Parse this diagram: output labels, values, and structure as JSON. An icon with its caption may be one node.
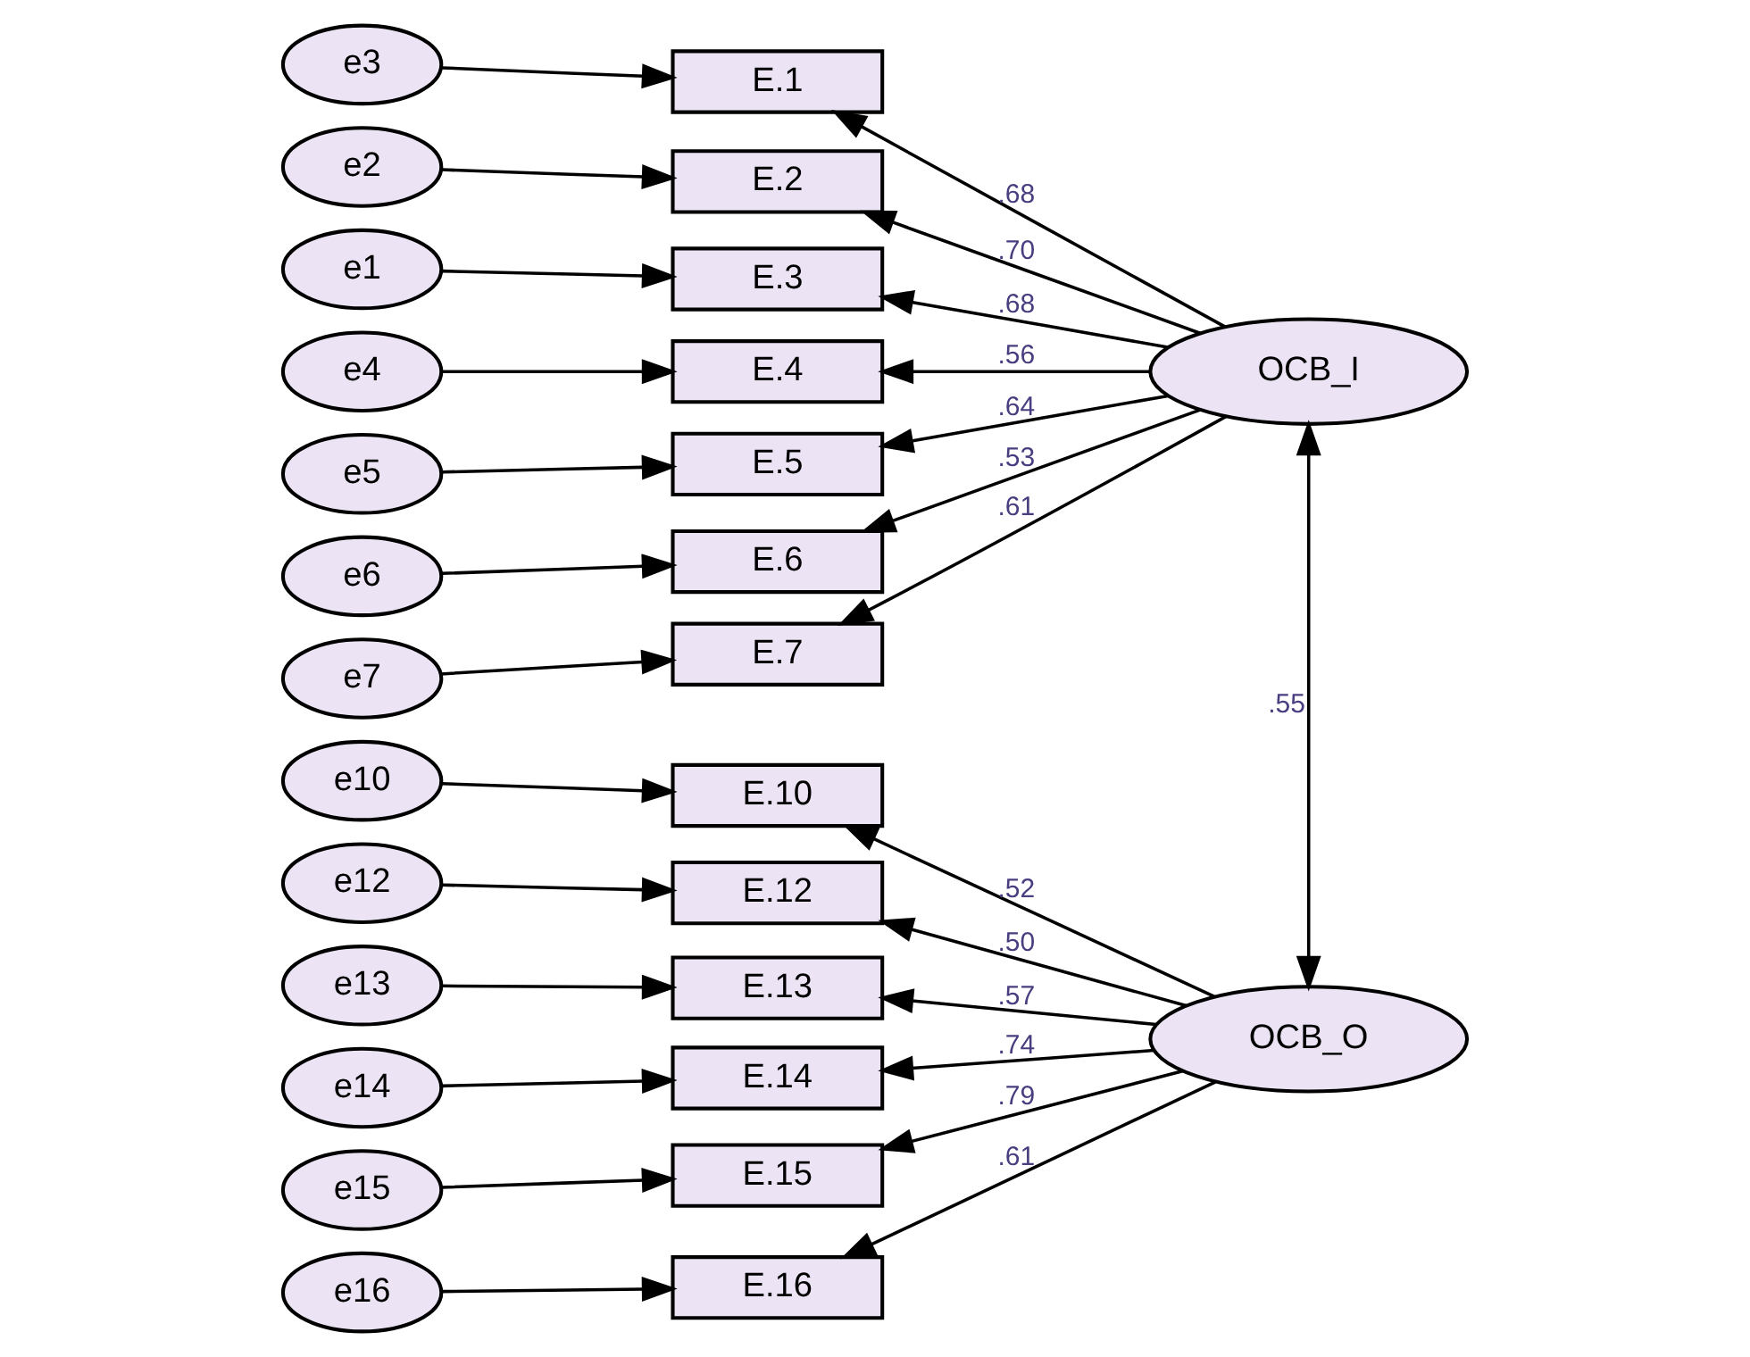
{
  "diagram": {
    "nodes": [
      {
        "text": [
          "e3"
        ]
      },
      {
        "text": [
          "E.1"
        ]
      },
      {
        "text": [
          "e2"
        ]
      },
      {
        "text": [
          "E.2"
        ]
      },
      {
        "text": [
          "e1"
        ]
      },
      {
        "text": [
          "E.3"
        ]
      },
      {
        "text": [
          "e4"
        ]
      },
      {
        "text": [
          "E.4"
        ]
      },
      {
        "text": [
          "e5"
        ]
      },
      {
        "text": [
          "E.5"
        ]
      },
      {
        "text": [
          "e6"
        ]
      },
      {
        "text": [
          "E.6"
        ]
      },
      {
        "text": [
          "e7"
        ]
      },
      {
        "text": [
          "E.7"
        ]
      },
      {
        "text": [
          "e10"
        ]
      },
      {
        "text": [
          "E.10"
        ]
      },
      {
        "text": [
          "e12"
        ]
      },
      {
        "text": [
          "E.12"
        ]
      },
      {
        "text": [
          "e13"
        ]
      },
      {
        "text": [
          "E.13"
        ]
      },
      {
        "text": [
          "e14"
        ]
      },
      {
        "text": [
          "E.14"
        ]
      },
      {
        "text": [
          "e15"
        ]
      },
      {
        "text": [
          "E.15"
        ]
      },
      {
        "text": [
          "e16"
        ]
      },
      {
        "text": [
          "E.16"
        ]
      },
      {
        "text": [
          "OCB_I"
        ]
      },
      {
        "text": [
          "OCB_O"
        ]
      }
    ],
    "edges": [
      {
        "from": 0,
        "to": 1,
        "arrow": "to"
      },
      {
        "from": 2,
        "to": 3,
        "arrow": "to"
      },
      {
        "from": 4,
        "to": 5,
        "arrow": "to"
      },
      {
        "from": 6,
        "to": 7,
        "arrow": "to"
      },
      {
        "from": 8,
        "to": 9,
        "arrow": "to"
      },
      {
        "from": 10,
        "to": 11,
        "arrow": "to"
      },
      {
        "from": 12,
        "to": 13,
        "arrow": "to"
      },
      {
        "from": 14,
        "to": 15,
        "arrow": "to"
      },
      {
        "from": 16,
        "to": 17,
        "arrow": "to"
      },
      {
        "from": 18,
        "to": 19,
        "arrow": "to"
      },
      {
        "from": 20,
        "to": 21,
        "arrow": "to"
      },
      {
        "from": 22,
        "to": 23,
        "arrow": "to"
      },
      {
        "from": 24,
        "to": 25,
        "arrow": "to"
      },
      {
        "from": 26,
        "to": 1,
        "arrow": "to",
        "label": ".68"
      },
      {
        "from": 26,
        "to": 3,
        "arrow": "to",
        "label": ".70"
      },
      {
        "from": 26,
        "to": 5,
        "arrow": "to",
        "label": ".68"
      },
      {
        "from": 26,
        "to": 7,
        "arrow": "to",
        "label": ".56"
      },
      {
        "from": 26,
        "to": 9,
        "arrow": "to",
        "label": ".64"
      },
      {
        "from": 26,
        "to": 11,
        "arrow": "to",
        "label": ".53"
      },
      {
        "from": 26,
        "to": 13,
        "arrow": "to",
        "label": ".61"
      },
      {
        "from": 27,
        "to": 15,
        "arrow": "to",
        "label": ".52"
      },
      {
        "from": 27,
        "to": 17,
        "arrow": "to",
        "label": ".50"
      },
      {
        "from": 27,
        "to": 19,
        "arrow": "to",
        "label": ".57"
      },
      {
        "from": 27,
        "to": 21,
        "arrow": "to",
        "label": ".74"
      },
      {
        "from": 27,
        "to": 23,
        "arrow": "to",
        "label": ".79"
      },
      {
        "from": 27,
        "to": 25,
        "arrow": "to",
        "label": ".61"
      },
      {
        "from": 26,
        "to": 27,
        "arrow": "both",
        "label": ".55"
      }
    ]
  }
}
